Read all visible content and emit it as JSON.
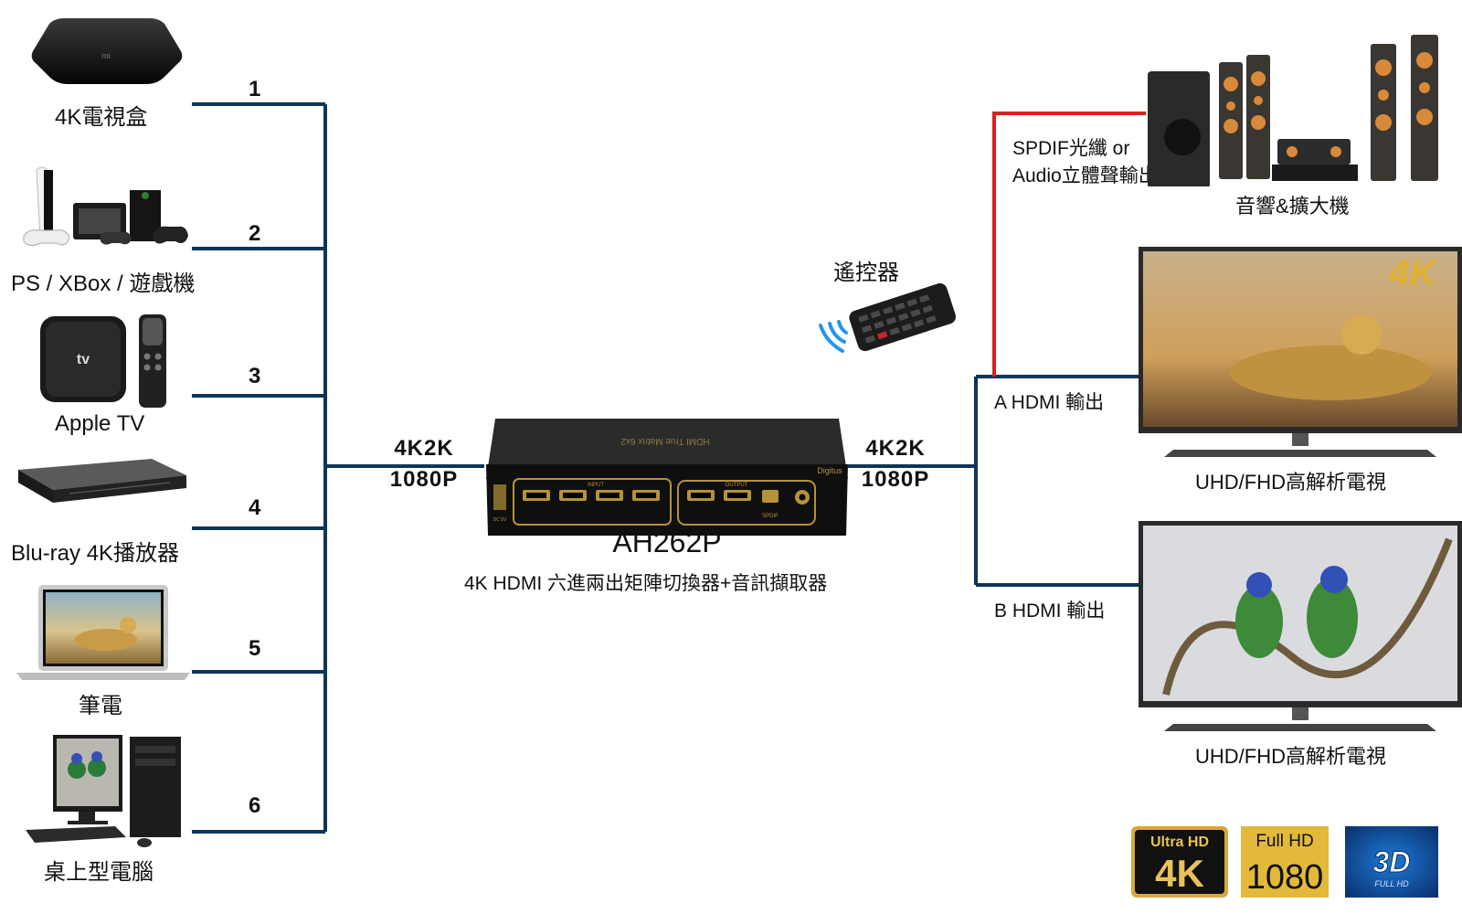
{
  "inputs": [
    {
      "num": "1",
      "label": "4K電視盒"
    },
    {
      "num": "2",
      "label": "PS / XBox / 遊戲機"
    },
    {
      "num": "3",
      "label": "Apple TV"
    },
    {
      "num": "4",
      "label": "Blu-ray 4K播放器"
    },
    {
      "num": "5",
      "label": "筆電"
    },
    {
      "num": "6",
      "label": "桌上型電腦"
    }
  ],
  "input_spec": {
    "line1": "4K2K",
    "line2": "1080P"
  },
  "output_spec": {
    "line1": "4K2K",
    "line2": "1080P"
  },
  "device": {
    "model": "AH262P",
    "description": "4K HDMI 六進兩出矩陣切換器+音訊擷取器",
    "panel_title": "HDMI True Matrix 6x2",
    "brand": "Digitus",
    "ports": {
      "input": "INPUT",
      "output": "OUTPUT",
      "spdif": "SPDIF",
      "dc": "DC 5V"
    }
  },
  "remote": {
    "label": "遙控器"
  },
  "audio": {
    "line1": "SPDIF光纖 or",
    "line2": "Audio立體聲輸出",
    "speaker_label": "音響&擴大機"
  },
  "outputs": {
    "a_label": "A HDMI 輸出",
    "b_label": "B HDMI 輸出",
    "tv_label_a": "UHD/FHD高解析電視",
    "tv_label_b": "UHD/FHD高解析電視",
    "tv_badge": "4K"
  },
  "badges": {
    "uhd_top": "Ultra HD",
    "uhd_big": "4K",
    "fhd_top": "Full HD",
    "fhd_big": "1080",
    "threed_big": "3D",
    "threed_sub": "FULL HD"
  },
  "colors": {
    "line_navy": "#0d3557",
    "line_red": "#d9201f",
    "gold": "#d7a740"
  }
}
